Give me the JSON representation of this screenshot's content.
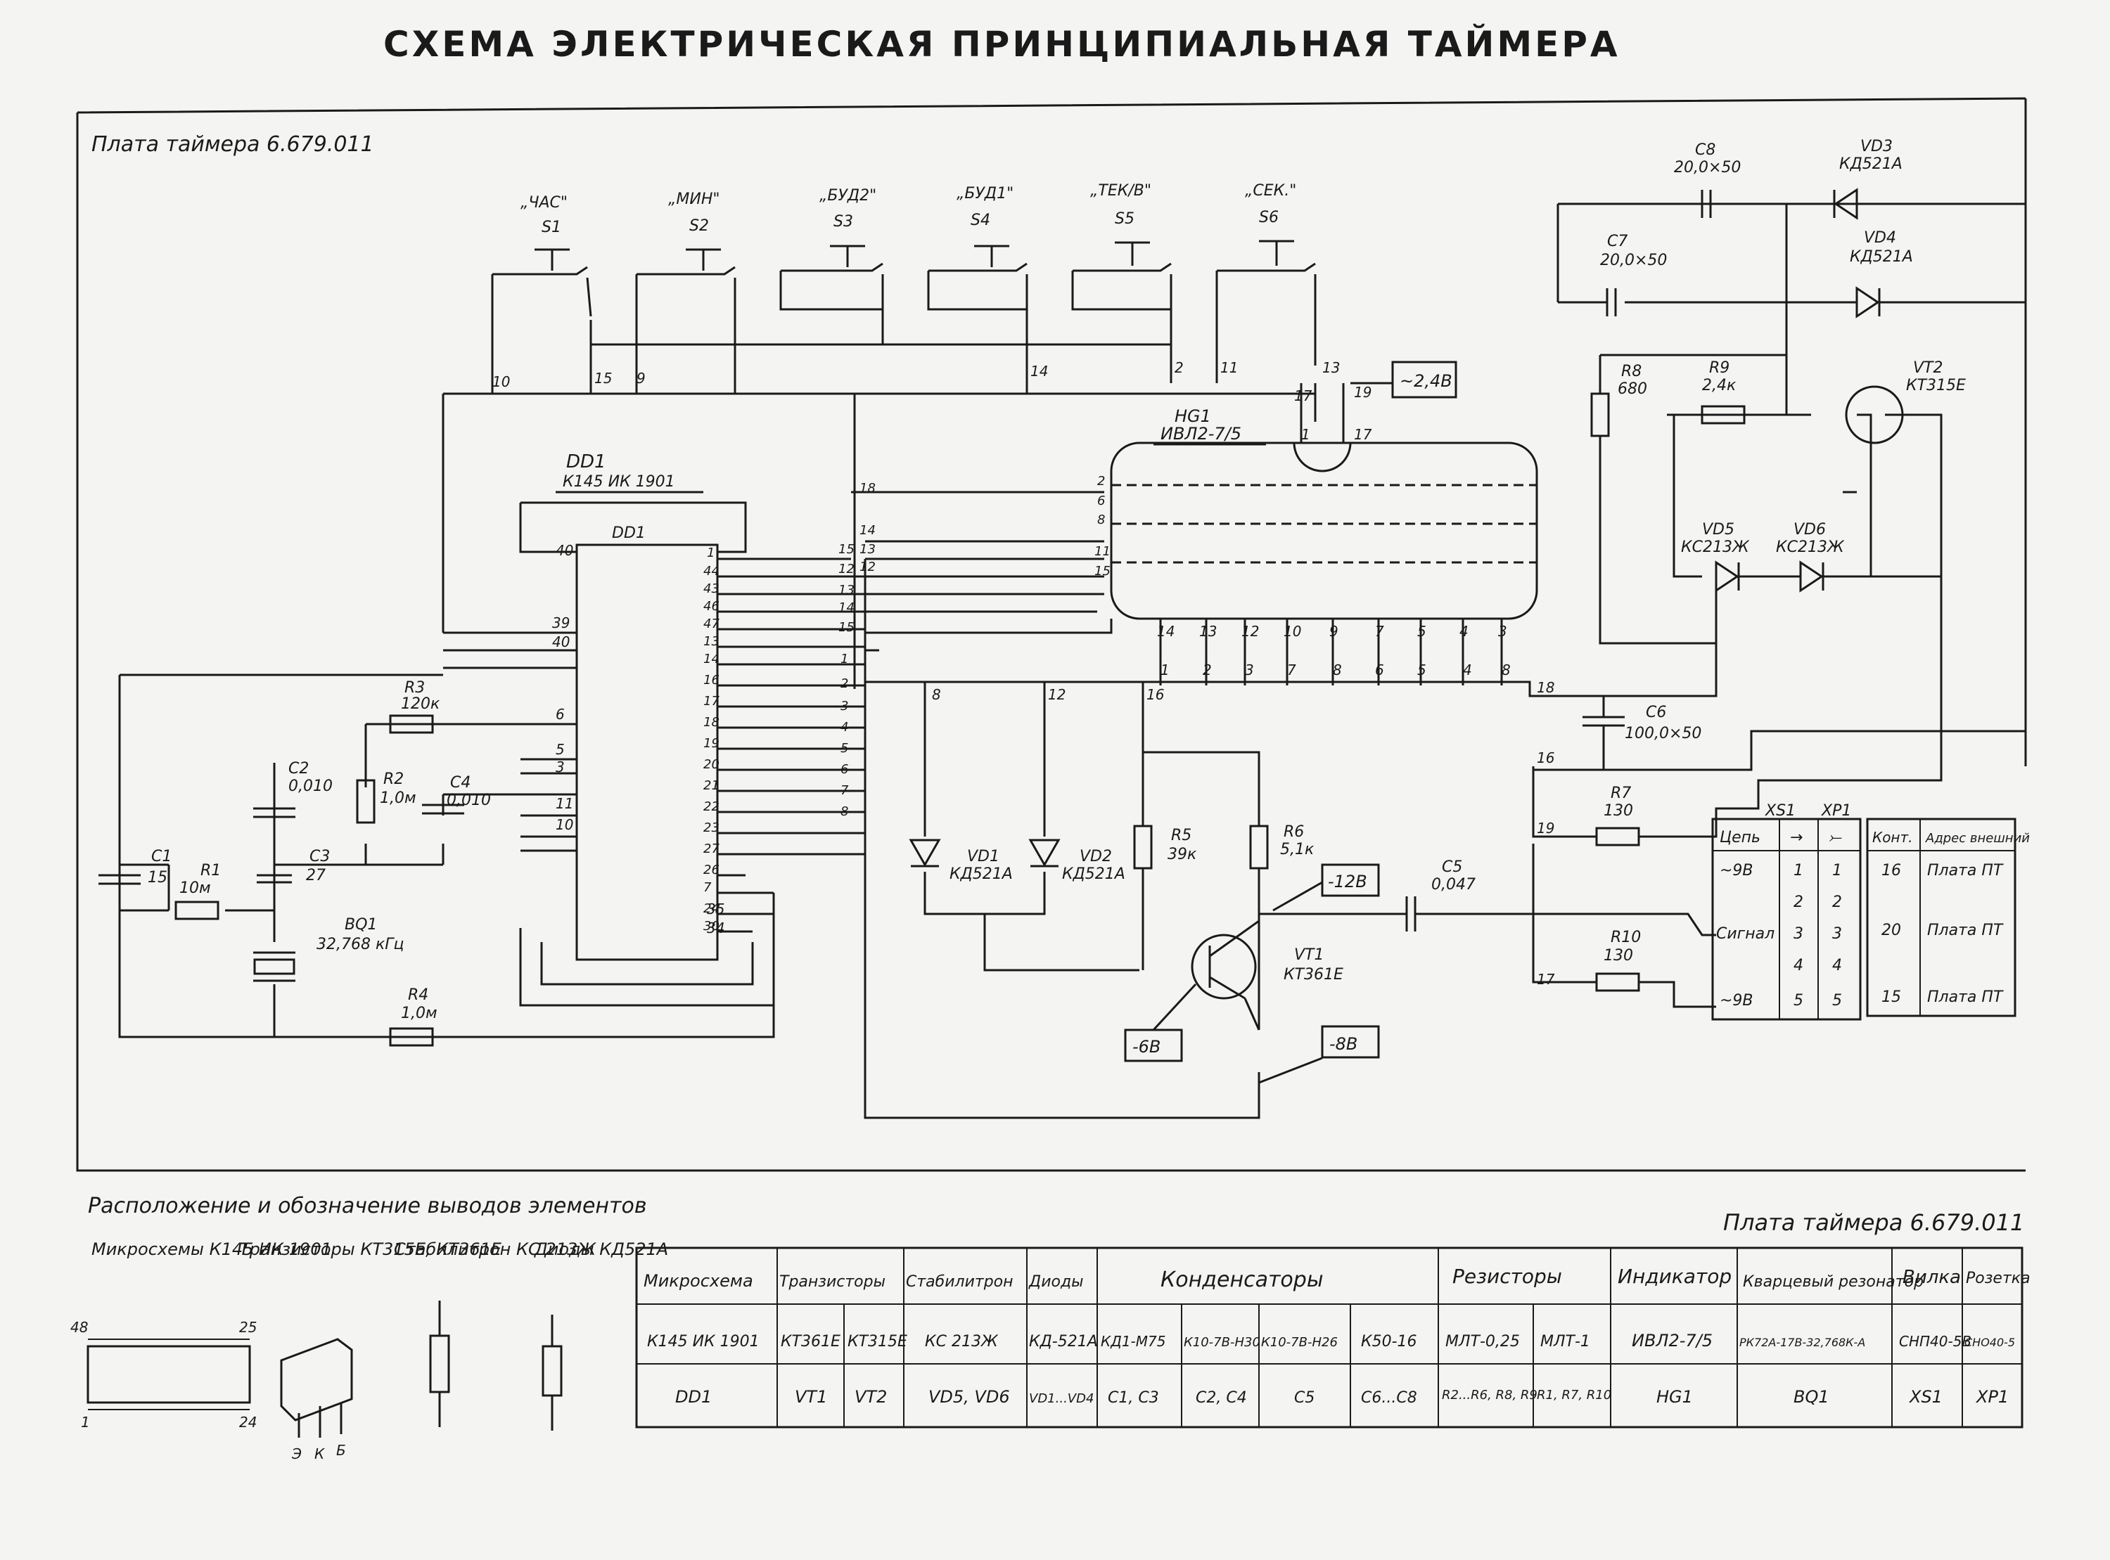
{
  "title": "СХЕМА ЭЛЕКТРИЧЕСКАЯ ПРИНЦИПИАЛЬНАЯ ТАЙМЕРА",
  "board_label": "Плата таймера 6.679.011",
  "switches": [
    {
      "label": "„ЧАС\"",
      "ref": "S1"
    },
    {
      "label": "„МИН\"",
      "ref": "S2"
    },
    {
      "label": "„БУД2\"",
      "ref": "S3"
    },
    {
      "label": "„БУД1\"",
      "ref": "S4"
    },
    {
      "label": "„ТЕК/В\"",
      "ref": "S5"
    },
    {
      "label": "„СЕК.\"",
      "ref": "S6"
    }
  ],
  "switch_pins": [
    "10",
    "15",
    "9",
    "14",
    "2",
    "11",
    "13"
  ],
  "dd1": {
    "ref": "DD1",
    "type": "К145 ИК 1901",
    "inner": "DD1",
    "left_pins": [
      "40",
      "39",
      "40",
      "6",
      "5",
      "3",
      "11",
      "10",
      "35",
      "34"
    ],
    "right_pins": [
      "1",
      "44",
      "43",
      "46",
      "47",
      "13",
      "14",
      "16",
      "17",
      "18",
      "19",
      "20",
      "21",
      "22",
      "23",
      "27",
      "26",
      "7",
      "24",
      "30"
    ]
  },
  "connector_pins": [
    "18",
    "14",
    "13",
    "12",
    "15",
    "12",
    "13",
    "14",
    "15",
    "1",
    "2",
    "3",
    "4",
    "5",
    "6",
    "7",
    "8"
  ],
  "hg1": {
    "ref": "HG1",
    "type": "ИВЛ2-7/5",
    "voltage": "~2,4В",
    "top_pins": [
      "17",
      "19",
      "1",
      "17"
    ],
    "left_pins": [
      "2",
      "6",
      "8",
      "11",
      "15"
    ],
    "bottom_pins": [
      "14",
      "13",
      "12",
      "10",
      "9",
      "7",
      "5",
      "4",
      "3"
    ],
    "bottom_pins2": [
      "1",
      "2",
      "3",
      "7",
      "8",
      "6",
      "5",
      "4",
      "8"
    ]
  },
  "components": {
    "C1": {
      "ref": "C1",
      "val": "15"
    },
    "C2": {
      "ref": "C2",
      "val": "0,010"
    },
    "C3": {
      "ref": "C3",
      "val": "27"
    },
    "C4": {
      "ref": "C4",
      "val": "0,010"
    },
    "C5": {
      "ref": "C5",
      "val": "0,047"
    },
    "C6": {
      "ref": "C6",
      "val": "100,0×50"
    },
    "C7": {
      "ref": "C7",
      "val": "20,0×50"
    },
    "C8": {
      "ref": "C8",
      "val": "20,0×50"
    },
    "R1": {
      "ref": "R1",
      "val": "10м"
    },
    "R2": {
      "ref": "R2",
      "val": "1,0м"
    },
    "R3": {
      "ref": "R3",
      "val": "120к"
    },
    "R4": {
      "ref": "R4",
      "val": "1,0м"
    },
    "R5": {
      "ref": "R5",
      "val": "39к"
    },
    "R6": {
      "ref": "R6",
      "val": "5,1к"
    },
    "R7": {
      "ref": "R7",
      "val": "130"
    },
    "R8": {
      "ref": "R8",
      "val": "680"
    },
    "R9": {
      "ref": "R9",
      "val": "2,4к"
    },
    "R10": {
      "ref": "R10",
      "val": "130"
    },
    "BQ1": {
      "ref": "BQ1",
      "val": "32,768 кГц"
    },
    "VD1": {
      "ref": "VD1",
      "val": "КД521А"
    },
    "VD2": {
      "ref": "VD2",
      "val": "КД521А"
    },
    "VD3": {
      "ref": "VD3",
      "val": "КД521А"
    },
    "VD4": {
      "ref": "VD4",
      "val": "КД521А"
    },
    "VD5": {
      "ref": "VD5",
      "val": "КС213Ж"
    },
    "VD6": {
      "ref": "VD6",
      "val": "КС213Ж"
    },
    "VT1": {
      "ref": "VT1",
      "val": "КТ361Е"
    },
    "VT2": {
      "ref": "VT2",
      "val": "КТ315Е"
    }
  },
  "voltages": {
    "v12": "-12В",
    "v6": "-6В",
    "v8": "-8В"
  },
  "node_pins": {
    "p8": "8",
    "p12": "12",
    "p16a": "16",
    "p18": "18",
    "p16b": "16",
    "p19": "19",
    "p17": "17"
  },
  "connector": {
    "xs1": "XS1",
    "xp1": "XP1",
    "head": [
      "Цепь",
      "→",
      "⤚"
    ],
    "rows": [
      [
        "~9В",
        "1",
        "1"
      ],
      [
        "",
        "2",
        "2"
      ],
      [
        "Сигнал",
        "3",
        "3"
      ],
      [
        "",
        "4",
        "4"
      ],
      [
        "~9В",
        "5",
        "5"
      ]
    ]
  },
  "ext": {
    "head": [
      "Конт.",
      "Адрес внешний"
    ],
    "rows": [
      [
        "16",
        "Плата ПТ"
      ],
      [
        "20",
        "Плата ПТ"
      ],
      [
        "15",
        "Плата ПТ"
      ]
    ]
  },
  "pinout": {
    "title": "Расположение и обозначение выводов элементов",
    "labels": [
      "Микросхемы К145 ИК 1901",
      "Транзисторы КТ315Е, КТ361Е",
      "Стабилитрон КС 213Ж",
      "Диоды КД521А"
    ],
    "chip_pins": [
      "48",
      "25",
      "1",
      "24"
    ],
    "tr_pins": [
      "Э",
      "К",
      "Б"
    ]
  },
  "bom": {
    "board_label": "Плата таймера 6.679.011",
    "headers": [
      "Микросхема",
      "Транзисторы",
      "Стабилитрон",
      "Диоды",
      "Конденсаторы",
      "Резисторы",
      "Индикатор",
      "Кварцевый резонатор",
      "Вилка",
      "Розетка"
    ],
    "types": [
      "К145 ИК 1901",
      "КТ361Е",
      "КТ315Е",
      "КС 213Ж",
      "КД-521А",
      "КД1-М75",
      "К10-7В-Н30",
      "К10-7В-Н26",
      "К50-16",
      "МЛТ-0,25",
      "МЛТ-1",
      "ИВЛ2-7/5",
      "РК72А-17В-32,768К-А",
      "СНП40-5В",
      "СНО40-5"
    ],
    "refs": [
      "DD1",
      "VT1",
      "VT2",
      "VD5, VD6",
      "VD1...VD4",
      "C1, C3",
      "C2, C4",
      "C5",
      "C6...C8",
      "R2...R6, R8, R9",
      "R1, R7, R10",
      "HG1",
      "BQ1",
      "XS1",
      "XP1"
    ]
  }
}
